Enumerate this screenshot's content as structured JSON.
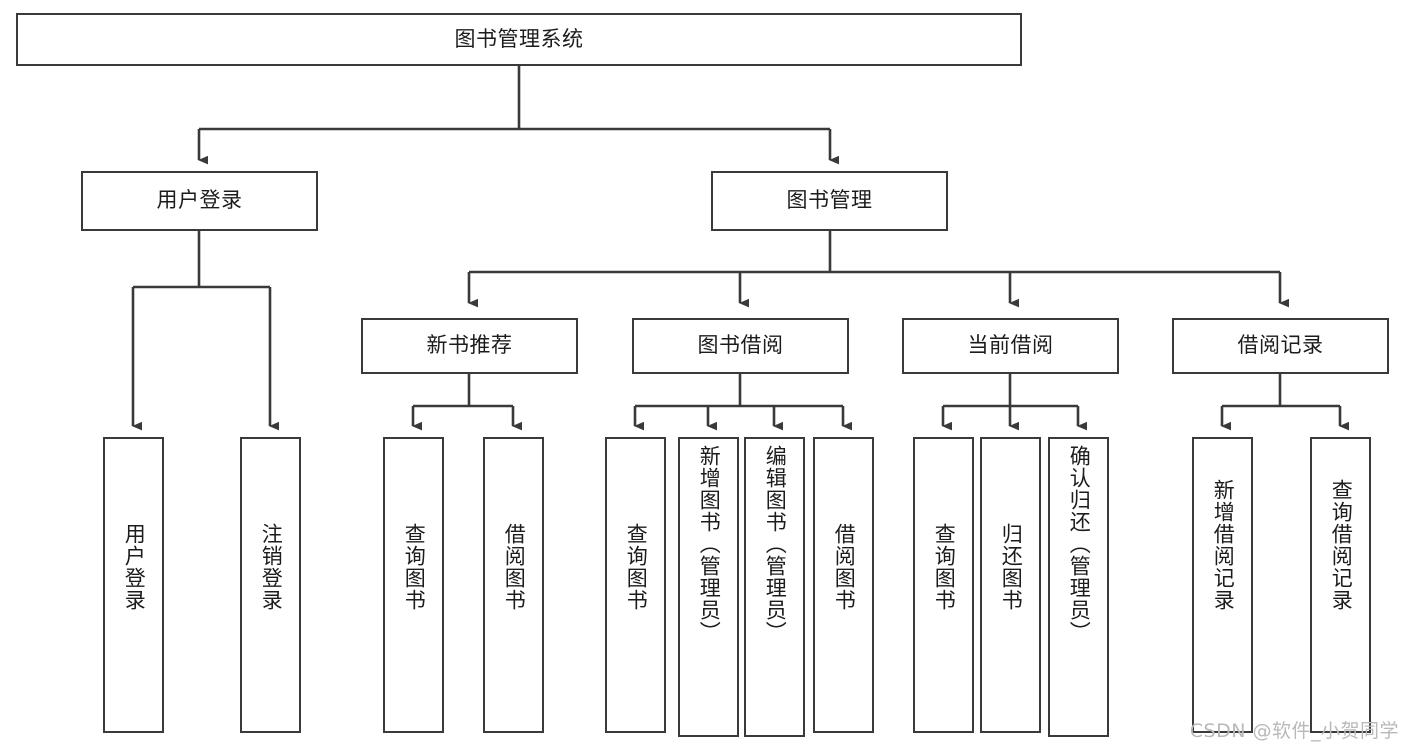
{
  "diagram": {
    "type": "tree-hierarchy",
    "title": "图书管理系统",
    "root": {
      "label": "图书管理系统"
    },
    "level2": [
      {
        "label": "用户登录"
      },
      {
        "label": "图书管理"
      }
    ],
    "level3": [
      {
        "label": "新书推荐"
      },
      {
        "label": "图书借阅"
      },
      {
        "label": "当前借阅"
      },
      {
        "label": "借阅记录"
      }
    ],
    "leaves": {
      "user_login": [
        {
          "label": "用户登录"
        },
        {
          "label": "注销登录"
        }
      ],
      "new_book_recommend": [
        {
          "label": "查询图书"
        },
        {
          "label": "借阅图书"
        }
      ],
      "book_borrow": [
        {
          "label": "查询图书"
        },
        {
          "label": "新增图书（管理员）"
        },
        {
          "label": "编辑图书（管理员）"
        },
        {
          "label": "借阅图书"
        }
      ],
      "current_borrow": [
        {
          "label": "查询图书"
        },
        {
          "label": "归还图书"
        },
        {
          "label": "确认归还（管理员）"
        }
      ],
      "borrow_record": [
        {
          "label": "新增借阅记录"
        },
        {
          "label": "查询借阅记录"
        }
      ]
    }
  },
  "watermark": {
    "text": "CSDN @软件_小贺同学"
  },
  "colors": {
    "border": "#3a3a3a",
    "background": "#ffffff",
    "text": "#1c1c1c",
    "watermark": "#b9b9b9"
  }
}
